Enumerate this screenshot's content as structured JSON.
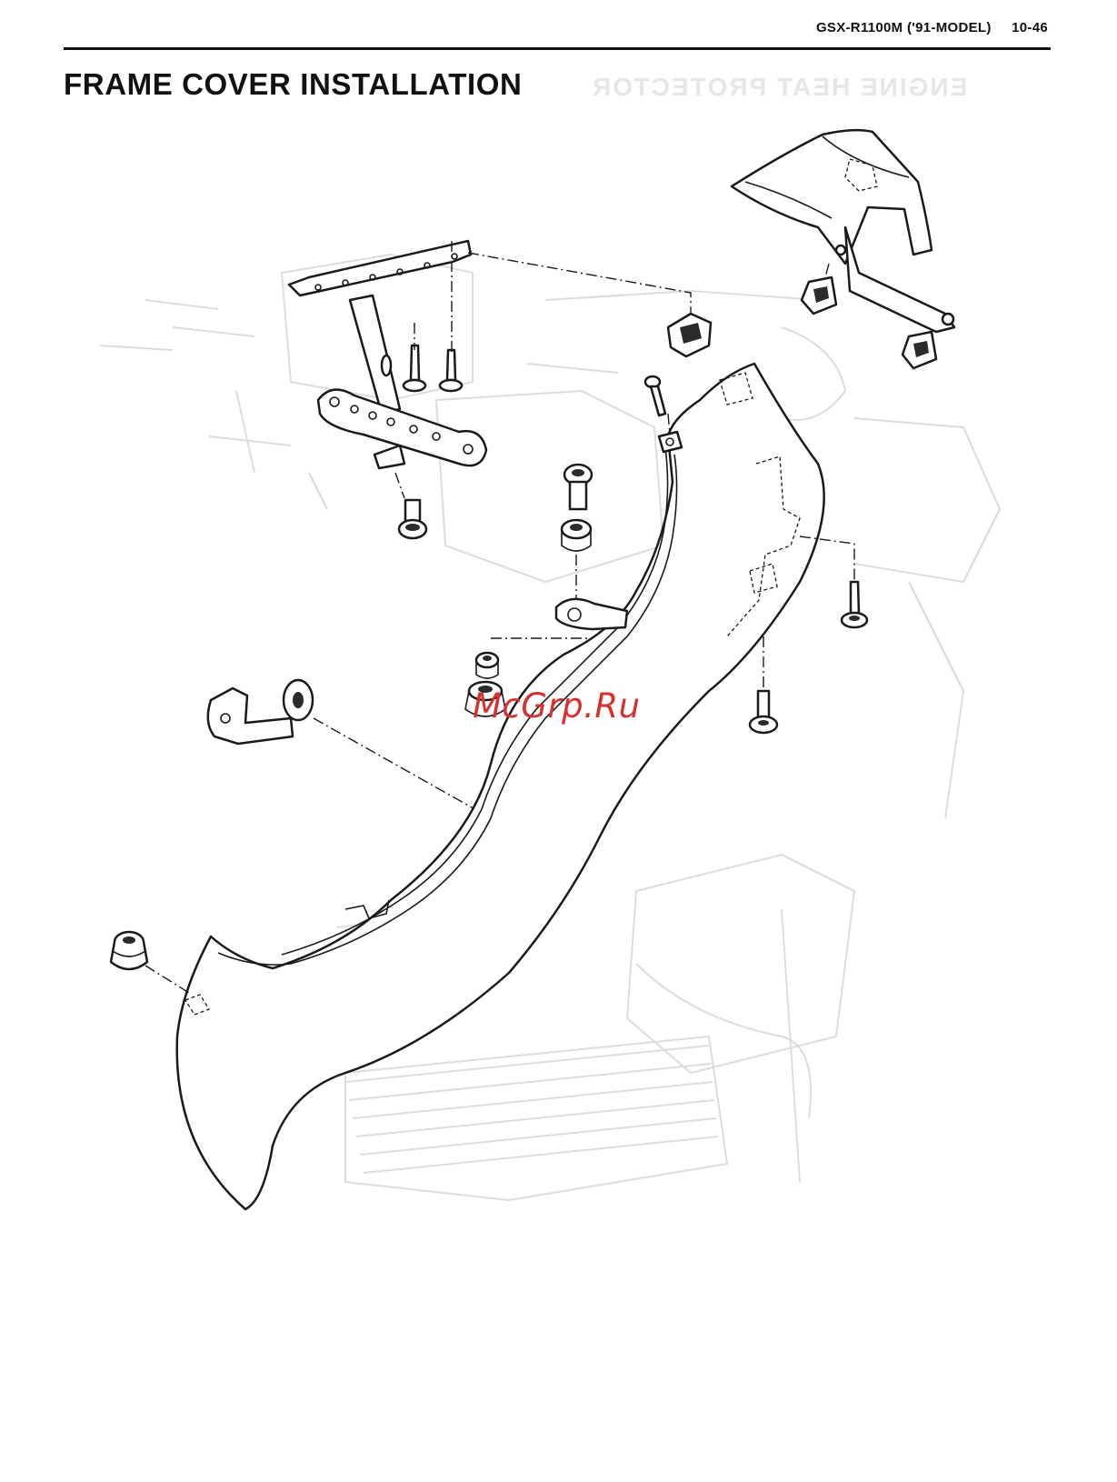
{
  "header": {
    "model": "GSX-R1100M ('91-MODEL)",
    "page_number": "10-46"
  },
  "title": "FRAME COVER INSTALLATION",
  "ghost_title": "ENGINE HEAT PROTECTOR",
  "watermark": "McGrp.Ru"
}
